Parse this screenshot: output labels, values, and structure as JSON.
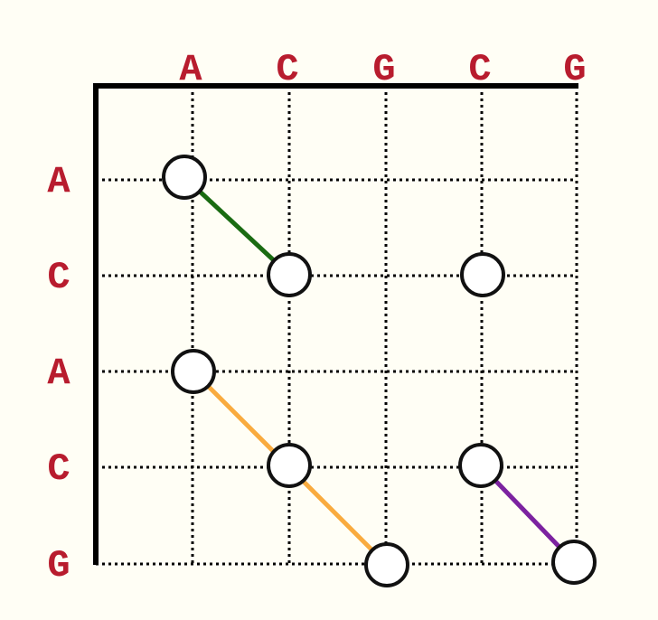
{
  "colors": {
    "background": "#fffef5",
    "label": "#b81c2e",
    "axis": "#000000",
    "grid": "#000000",
    "circle_fill": "#ffffff",
    "circle_stroke": "#111111"
  },
  "sequences": {
    "top": [
      "A",
      "C",
      "G",
      "C",
      "G"
    ],
    "left": [
      "A",
      "C",
      "A",
      "C",
      "G"
    ]
  },
  "matches": [
    {
      "row": 0,
      "col": 0
    },
    {
      "row": 1,
      "col": 1
    },
    {
      "row": 1,
      "col": 3
    },
    {
      "row": 2,
      "col": 0
    },
    {
      "row": 3,
      "col": 1
    },
    {
      "row": 3,
      "col": 3
    },
    {
      "row": 4,
      "col": 2
    },
    {
      "row": 4,
      "col": 4
    }
  ],
  "diagonals": [
    {
      "from": {
        "row": 0,
        "col": 0
      },
      "to": {
        "row": 1,
        "col": 1
      },
      "color": "#1a6b12"
    },
    {
      "from": {
        "row": 2,
        "col": 0
      },
      "to": {
        "row": 4,
        "col": 2
      },
      "color": "#f9ab3f"
    },
    {
      "from": {
        "row": 3,
        "col": 3
      },
      "to": {
        "row": 4,
        "col": 4
      },
      "color": "#7c22a0"
    }
  ]
}
